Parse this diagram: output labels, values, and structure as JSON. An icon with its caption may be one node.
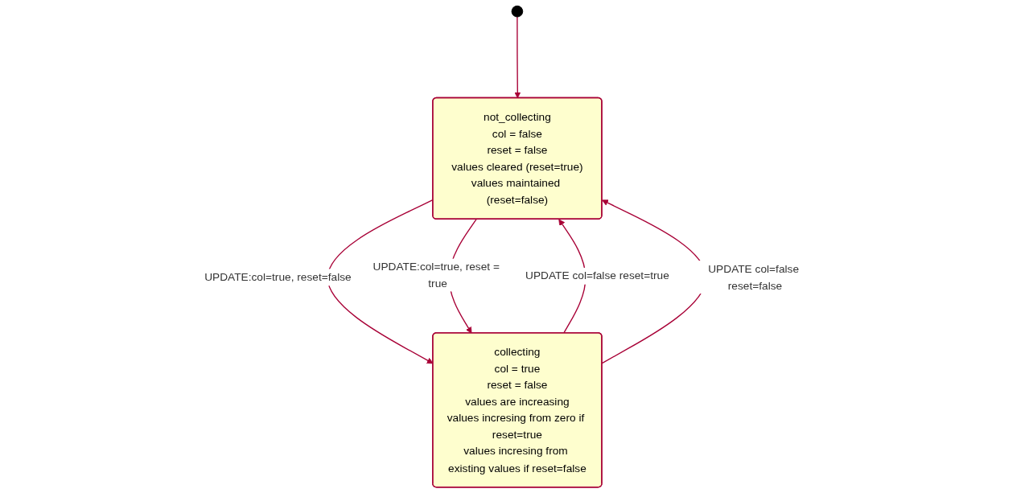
{
  "diagram": {
    "nodes": [
      {
        "text": [],
        "shape": "circle"
      },
      {
        "text": [
          "not_collecting",
          "col = false",
          "reset = false",
          "values cleared (reset=true)",
          "values maintained (reset=false)"
        ]
      },
      {
        "text": [
          "collecting",
          "col = true",
          "reset = false",
          "values are increasing",
          "values incresing from zero if reset=true",
          "values incresing from existing values if reset=false"
        ]
      }
    ],
    "edges": [
      {
        "from": 0,
        "to": 1,
        "arrow": "to"
      },
      {
        "from": 1,
        "to": 2,
        "arrow": "to",
        "label": "UPDATE:col=true, reset=false"
      },
      {
        "from": 1,
        "to": 2,
        "arrow": "to",
        "label": "UPDATE:col=true, reset = true"
      },
      {
        "from": 2,
        "to": 1,
        "arrow": "to",
        "label": "UPDATE col=false reset=true"
      },
      {
        "from": 2,
        "to": 1,
        "arrow": "to",
        "label": "UPDATE col=false reset=false"
      }
    ]
  }
}
